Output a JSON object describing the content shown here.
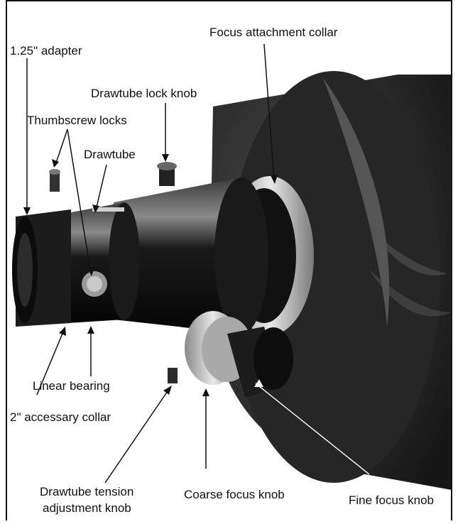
{
  "labels": {
    "focus_attachment_collar": "Focus attachment collar",
    "adapter_125": "1.25\" adapter",
    "drawtube_lock_knob": "Drawtube lock knob",
    "thumbscrew_locks": "Thumbscrew locks",
    "drawtube": "Drawtube",
    "linear_bearing": "Linear bearing",
    "accessory_collar_2": "2\" accessary collar",
    "drawtube_tension_line1": "Drawtube tension",
    "drawtube_tension_line2": "adjustment knob",
    "coarse_focus_knob": "Coarse focus knob",
    "fine_focus_knob": "Fine focus knob"
  },
  "colors": {
    "background": "#ffffff",
    "text": "#111111",
    "leader": "#111111",
    "leader_on_dark": "#f2f2f2",
    "tube_dark": "#141414",
    "tube_metal": "#d2d2d2",
    "housing": "#2b2b2b"
  }
}
